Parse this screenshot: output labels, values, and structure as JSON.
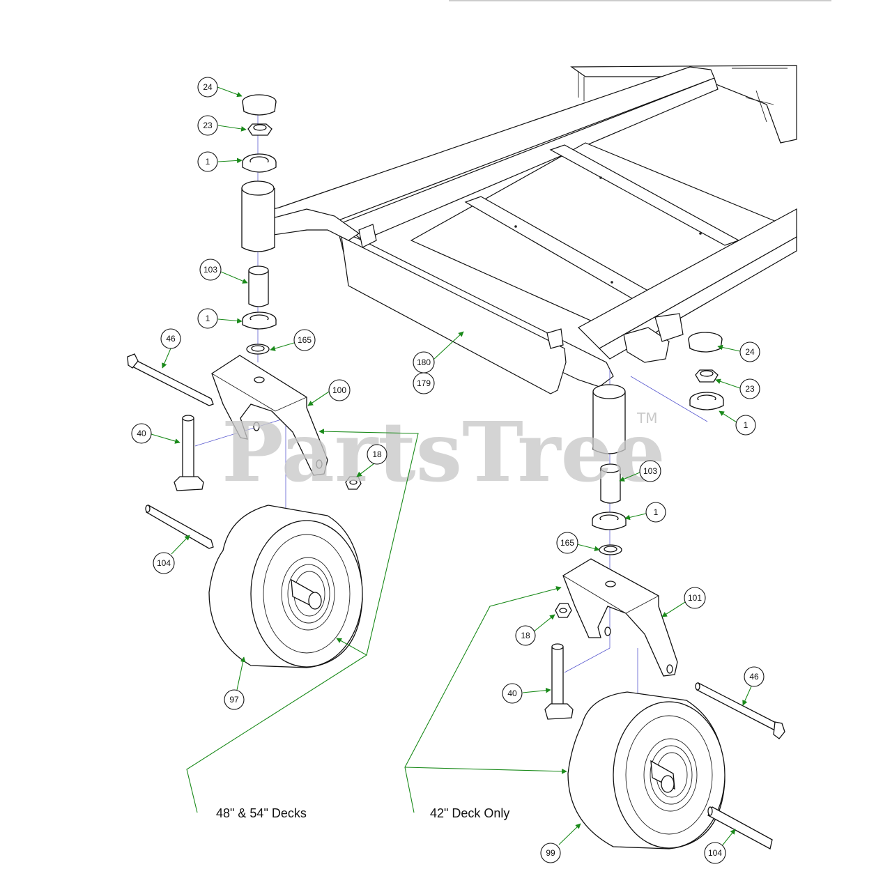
{
  "watermark": {
    "text": "PartsTree",
    "trademark": "TM"
  },
  "notes": {
    "left_assembly": "48\" & 54\" Decks",
    "right_assembly": "42\" Deck Only"
  },
  "callouts": {
    "c24_left": "24",
    "c23_left": "23",
    "c1_left_top": "1",
    "c103_left": "103",
    "c1_left_bottom": "1",
    "c165_left": "165",
    "c46_left": "46",
    "c100": "100",
    "c40_left": "40",
    "c18_left": "18",
    "c104_left": "104",
    "c97": "97",
    "c180": "180",
    "c179": "179",
    "c24_right": "24",
    "c23_right": "23",
    "c1_right_top": "1",
    "c103_right": "103",
    "c1_right_bottom": "1",
    "c165_right": "165",
    "c101": "101",
    "c18_right": "18",
    "c46_right": "46",
    "c40_right": "40",
    "c99": "99",
    "c104_right": "104"
  },
  "colors": {
    "leader": "#1a8a1a",
    "axis": "#5b5bd0",
    "line": "#111111",
    "watermark": "#c9c9c9"
  }
}
